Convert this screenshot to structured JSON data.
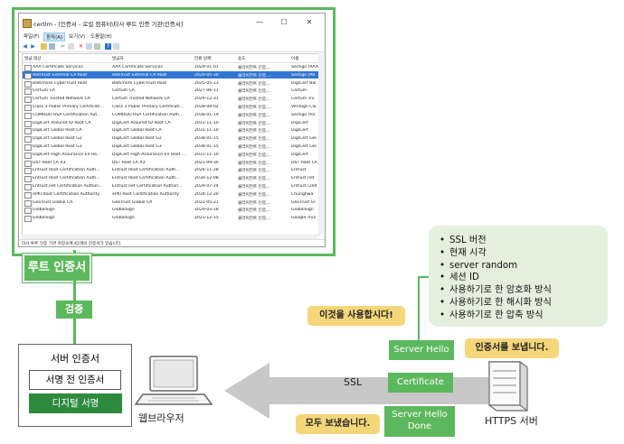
{
  "window": {
    "title": "certlm - [인증서 - 로컬 컴퓨터\\타사 루트 인증 기관\\인증서]",
    "menu": [
      "파일(F)",
      "동작(A)",
      "보기(V)",
      "도움말(H)"
    ],
    "columns": [
      "발급 대상",
      "발급자",
      "만료 날짜",
      "용도",
      "이름"
    ],
    "rows": [
      [
        "AAA Certificate Services",
        "AAA Certificate Services",
        "2029-01-01",
        "클라이언트 인증,...",
        "Sectigo (AAA"
      ],
      [
        "AddTrust External CA Root",
        "AddTrust External CA Root",
        "2020-05-30",
        "클라이언트 인증,...",
        "Sectigo (Ad"
      ],
      [
        "Baltimore CyberTrust Root",
        "Baltimore CyberTrust Root",
        "2025-05-13",
        "클라이언트 인증,...",
        "DigiCert Bal"
      ],
      [
        "Certum CA",
        "Certum CA",
        "2027-06-11",
        "클라이언트 인증,...",
        "Certum"
      ],
      [
        "Certum Trusted Network CA",
        "Certum Trusted Network CA",
        "2029-12-31",
        "클라이언트 인증,...",
        "Certum Tru"
      ],
      [
        "Class 3 Public Primary Certificati...",
        "Class 3 Public Primary Certificati...",
        "2028-08-02",
        "클라이언트 인증,...",
        "VeriSign Cla"
      ],
      [
        "COMODO RSA Certification Aut...",
        "COMODO RSA Certification Auth...",
        "2038-01-19",
        "클라이언트 인증,...",
        "Sectigo (for"
      ],
      [
        "DigiCert Assured ID Root CA",
        "DigiCert Assured ID Root CA",
        "2031-11-10",
        "클라이언트 인증,...",
        "DigiCert"
      ],
      [
        "DigiCert Global Root CA",
        "DigiCert Global Root CA",
        "2031-11-10",
        "클라이언트 인증,...",
        "DigiCert"
      ],
      [
        "DigiCert Global Root G2",
        "DigiCert Global Root G2",
        "2038-01-15",
        "클라이언트 인증,...",
        "DigiCert Glo"
      ],
      [
        "DigiCert Global Root G3",
        "DigiCert Global Root G3",
        "2038-01-15",
        "클라이언트 인증,...",
        "DigiCert Glo"
      ],
      [
        "DigiCert High Assurance EV Ro...",
        "DigiCert High Assurance EV Root ...",
        "2031-11-10",
        "클라이언트 인증,...",
        "DigiCert"
      ],
      [
        "DST Root CA X3",
        "DST Root CA X3",
        "2021-09-30",
        "클라이언트 인증,...",
        "DST Root CA"
      ],
      [
        "Entrust Root Certification Auth...",
        "Entrust Root Certification Auth...",
        "2026-11-28",
        "클라이언트 인증,...",
        "Entrust"
      ],
      [
        "Entrust Root Certification Auth...",
        "Entrust Root Certification Auth...",
        "2030-12-08",
        "클라이언트 인증,...",
        "Entrust.net"
      ],
      [
        "Entrust.net Certification Authori...",
        "Entrust.net Certification Authori...",
        "2029-07-24",
        "클라이언트 인증,...",
        "Entrust (204"
      ],
      [
        "ePKI Root Certification Authority",
        "ePKI Root Certification Authority",
        "2034-12-20",
        "클라이언트 인증,...",
        "Chunghwa"
      ],
      [
        "GeoTrust Global CA",
        "GeoTrust Global CA",
        "2022-05-21",
        "클라이언트 인증,...",
        "GeoTrust Gl"
      ],
      [
        "GlobalSign",
        "GlobalSign",
        "2029-03-18",
        "클라이언트 인증,...",
        "GlobalSign"
      ],
      [
        "GlobalSign",
        "GlobalSign",
        "2021-12-15",
        "클라이언트 인증,...",
        "Google Trus"
      ]
    ],
    "selected_row": 1,
    "status": "타사 루트 인증 기관 저장소에 42개의 인증서가 있습니다."
  },
  "diagram": {
    "root_label": "루트 인증서",
    "verify_label": "검증",
    "server_cert_title": "서버 인증서",
    "pre_cert_label": "서명 전 인증서",
    "digital_sig_label": "디지털 서명",
    "browser_label": "웹브라우저",
    "server_label": "HTTPS 서버",
    "ssl_label": "SSL",
    "info_items": [
      "SSL 버전",
      "현재 시각",
      "server random",
      "세션 ID",
      "사용하기로 한 암호화 방식",
      "사용하기로 한 해시화 방식",
      "사용하기로 한 압축 방식"
    ],
    "messages": {
      "hello": "Server Hello",
      "cert": "Certificate",
      "done": [
        "Server Hello",
        "Done"
      ]
    },
    "bubbles": {
      "use": "이것을 사용합시다!",
      "send_cert": "인증서를 보냅니다.",
      "all_sent": "모두 보냈습니다."
    }
  },
  "colors": {
    "green": "#5cb85c",
    "dark_green": "#2e8b3e",
    "info_bg": "#e4f0dd",
    "bubble": "#f5d77a",
    "arrow": "#c8c8c8",
    "selection": "#3276d2"
  }
}
